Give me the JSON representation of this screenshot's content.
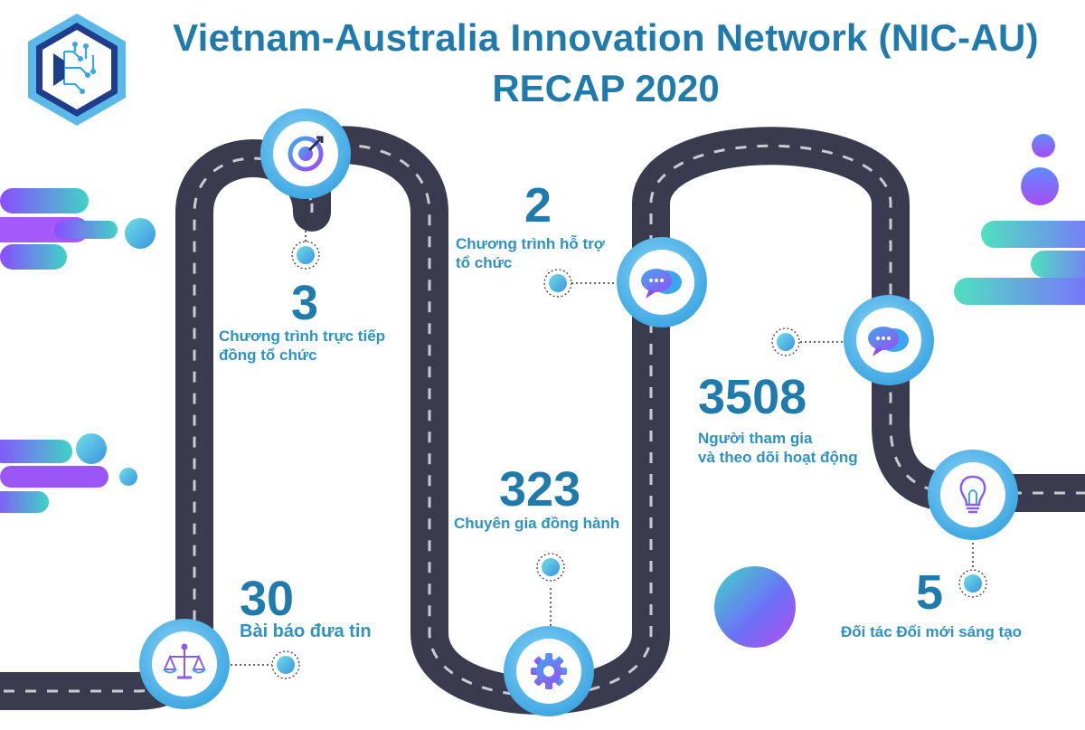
{
  "header": {
    "title_line1": "Vietnam-Australia Innovation Network (NIC-AU)",
    "title_line2": "RECAP 2020"
  },
  "milestones": [
    {
      "number": "3",
      "label_line1": "Chương trình trực tiếp",
      "label_line2": "đồng tổ chức",
      "icon": "target-icon"
    },
    {
      "number": "2",
      "label_line1": "Chương trình hỗ trợ",
      "label_line2": "tổ chức",
      "icon": "chat-bubbles-icon"
    },
    {
      "number": "3508",
      "label_line1": "Người tham gia",
      "label_line2": "và theo dõi hoạt động",
      "icon": "chat-bubbles-icon"
    },
    {
      "number": "323",
      "label_line1": "Chuyên gia đồng hành",
      "label_line2": "",
      "icon": "gear-icon"
    },
    {
      "number": "30",
      "label_line1": "Bài báo đưa tin",
      "label_line2": "",
      "icon": "scales-icon"
    },
    {
      "number": "5",
      "label_line1": "Đối tác Đổi mới sáng tạo",
      "label_line2": "",
      "icon": "lightbulb-icon"
    }
  ],
  "colors": {
    "title": "#1f7bab",
    "label": "#2d93c7",
    "road": "#3a3b4f",
    "road_dash": "#c9cad3",
    "node_ring": "#5bb8e8",
    "purple": "#8a4dff",
    "teal": "#3fd3c5"
  }
}
